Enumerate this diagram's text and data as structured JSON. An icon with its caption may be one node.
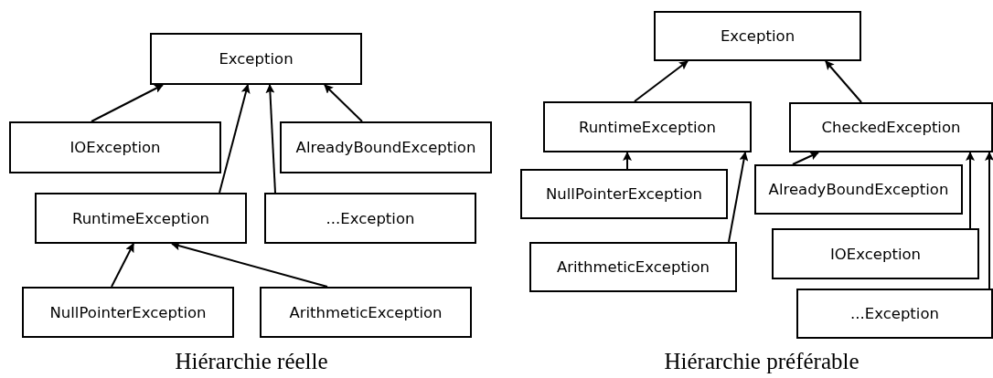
{
  "diagram": {
    "nodes": [
      {
        "text": [
          "Exception"
        ]
      },
      {
        "text": [
          "IOException"
        ]
      },
      {
        "text": [
          "AlreadyBoundException"
        ]
      },
      {
        "text": [
          "RuntimeException"
        ]
      },
      {
        "text": [
          "...Exception"
        ]
      },
      {
        "text": [
          "NullPointerException"
        ]
      },
      {
        "text": [
          "ArithmeticException"
        ]
      },
      {
        "text": [
          "Exception"
        ]
      },
      {
        "text": [
          "RuntimeException"
        ]
      },
      {
        "text": [
          "CheckedException"
        ]
      },
      {
        "text": [
          "NullPointerException"
        ]
      },
      {
        "text": [
          "AlreadyBoundException"
        ]
      },
      {
        "text": [
          "ArithmeticException"
        ]
      },
      {
        "text": [
          "IOException"
        ]
      },
      {
        "text": [
          "...Exception"
        ]
      }
    ],
    "edges": [
      {
        "from": 1,
        "to": 0,
        "arrow": "to"
      },
      {
        "from": 3,
        "to": 0,
        "arrow": "to"
      },
      {
        "from": 4,
        "to": 0,
        "arrow": "to"
      },
      {
        "from": 2,
        "to": 0,
        "arrow": "to"
      },
      {
        "from": 5,
        "to": 3,
        "arrow": "to"
      },
      {
        "from": 6,
        "to": 3,
        "arrow": "to"
      },
      {
        "from": 8,
        "to": 7,
        "arrow": "to"
      },
      {
        "from": 9,
        "to": 7,
        "arrow": "to"
      },
      {
        "from": 10,
        "to": 8,
        "arrow": "to"
      },
      {
        "from": 12,
        "to": 8,
        "arrow": "to"
      },
      {
        "from": 11,
        "to": 9,
        "arrow": "to"
      },
      {
        "from": 13,
        "to": 9,
        "arrow": "to"
      },
      {
        "from": 14,
        "to": 9,
        "arrow": "to"
      }
    ],
    "labels": [
      "Hiérarchie réelle",
      "Hiérarchie préférable"
    ]
  }
}
